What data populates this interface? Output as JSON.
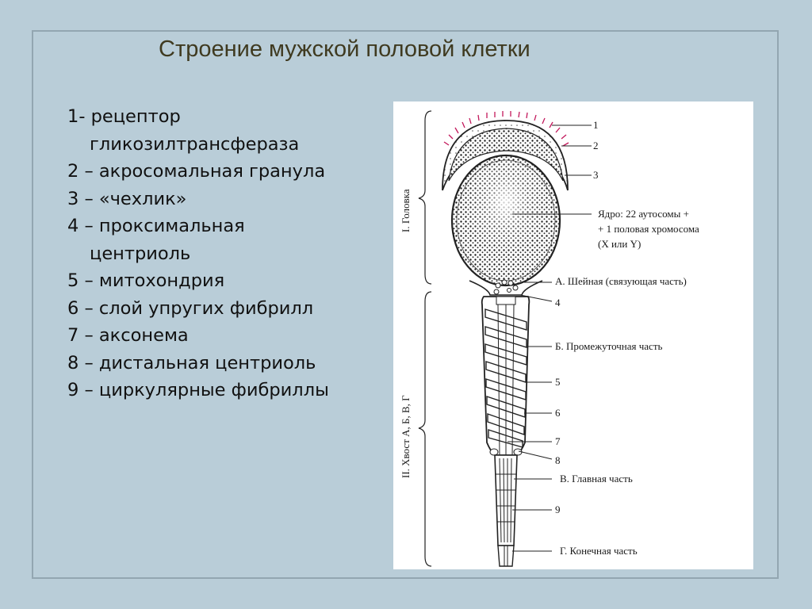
{
  "title": "Строение мужской половой клетки",
  "legend": [
    {
      "num": "1-",
      "lines": [
        "рецептор",
        "гликозилтрансфераза"
      ]
    },
    {
      "num": "2 –",
      "lines": [
        "акросомальная гранула"
      ]
    },
    {
      "num": "3 –",
      "lines": [
        "«чехлик»"
      ]
    },
    {
      "num": "4 –",
      "lines": [
        "проксимальная",
        "центриоль"
      ]
    },
    {
      "num": "5 –",
      "lines": [
        "митохондрия"
      ]
    },
    {
      "num": "6 –",
      "lines": [
        "слой упругих фибрилл"
      ]
    },
    {
      "num": "7 –",
      "lines": [
        "аксонема"
      ]
    },
    {
      "num": "8 –",
      "lines": [
        "дистальная центриоль"
      ]
    },
    {
      "num": "9 –",
      "lines": [
        "циркулярные фибриллы"
      ]
    }
  ],
  "figure": {
    "side_head": "I. Головка",
    "side_tail": "II. Хвост А, Б, В, Г",
    "labels": {
      "n1": "1",
      "n2": "2",
      "n3": "3",
      "nucleus_1": "Ядро: 22 аутосомы +",
      "nucleus_2": "+ 1 половая хромосома",
      "nucleus_3": "(X или Y)",
      "neck": "А. Шейная (связующая часть)",
      "n4": "4",
      "middle": "Б. Промежуточная часть",
      "n5": "5",
      "n6": "6",
      "n7": "7",
      "n8": "8",
      "principal": "В. Главная часть",
      "n9": "9",
      "end": "Г. Конечная часть"
    }
  }
}
